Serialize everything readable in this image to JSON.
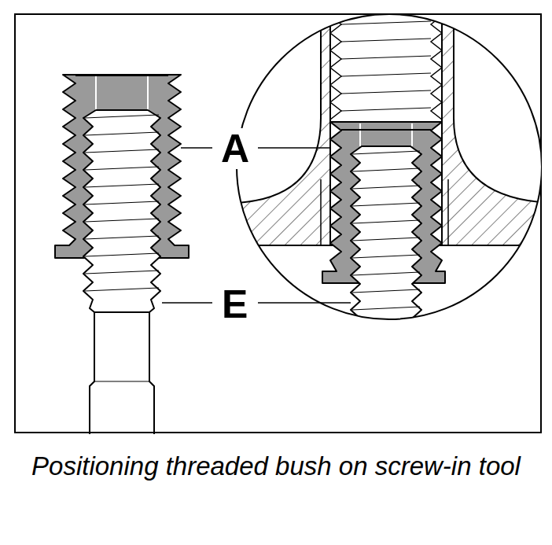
{
  "diagram": {
    "caption": "Positioning threaded bush on screw-in tool",
    "labels": [
      "A",
      "E"
    ]
  }
}
